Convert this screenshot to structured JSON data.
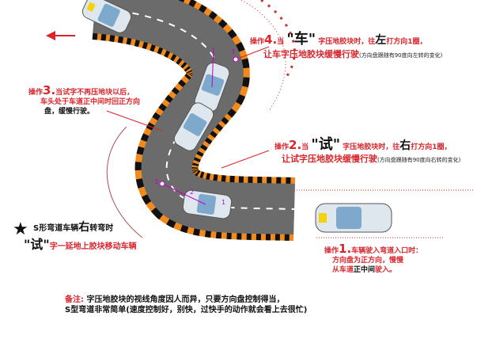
{
  "colors": {
    "accent": "#d9262c",
    "road": "#6b6b6b",
    "border_orange": "#f08a1c",
    "border_black": "#111111"
  },
  "step4": {
    "prefix": "操作",
    "num": "4.",
    "when": "当",
    "quote_open": "\"",
    "char": "车",
    "quote_close": "\"",
    "text1": "字压地胶块时，往",
    "dir": "左",
    "text2": "打方向1圈，",
    "line2": "让车字压地胶块缓慢行驶",
    "note": "(方向盘跟随有90度向左转的变化)"
  },
  "step2": {
    "prefix": "操作",
    "num": "2.",
    "when": "当",
    "quote_open": "\"",
    "char": "试",
    "quote_close": "\"",
    "text1": "字压地胶块时，往",
    "dir": "右",
    "text2": "打方向1圈，",
    "line2": "让试字压地胶块缓慢行驶",
    "note": "(方向盘跟随有90度向右转的变化)"
  },
  "step3": {
    "prefix": "操作",
    "num": "3.",
    "line1": "当试字不再压地块以后，",
    "line2": "车头处于车道正中间时回正方向",
    "line3": "盘，缓慢行驶。"
  },
  "step1": {
    "prefix": "操作",
    "num": "1.",
    "line1": "车辆驶入弯道入口时：",
    "line2": "方向盘为正方向，慢慢",
    "line3a": "从车道",
    "line3b": "正中间",
    "line3c": "驶入。"
  },
  "tip": {
    "star": "★",
    "line1a": "S形弯道车辆",
    "line1b": "右",
    "line1c": "转弯时",
    "line2_quote": "\"试\"",
    "line2": "字一延地上胶块移动车辆"
  },
  "remark": {
    "label": "备注:",
    "line1": "字压地胶块的视线角度因人而异，只要方向盘控制得当，",
    "line2": "S型弯道非常简单(速度控制好，别快，过快手的动作就会看上去很忙)"
  },
  "markers": [
    "1",
    "2",
    "3",
    "3"
  ]
}
